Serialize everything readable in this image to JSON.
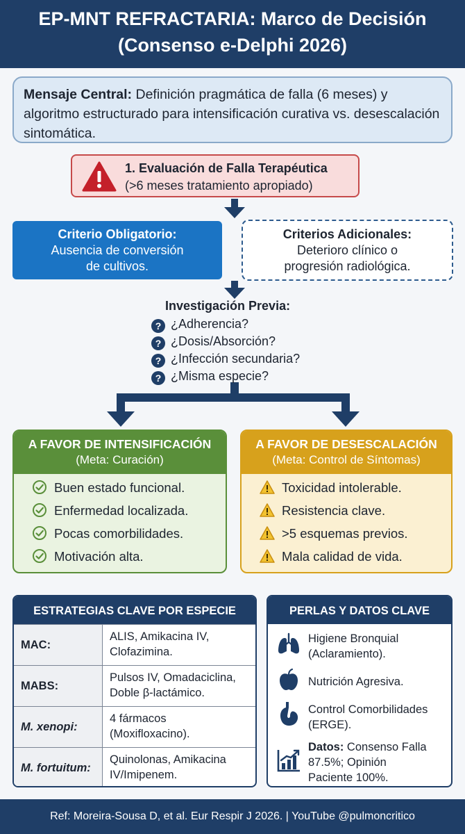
{
  "header": {
    "title_line1": "EP-MNT REFRACTARIA: Marco de Decisión",
    "title_line2": "(Consenso e-Delphi 2026)"
  },
  "message": {
    "label": "Mensaje Central:",
    "text": " Definición pragmática de falla (6 meses) y algoritmo estructurado para intensificación curativa vs. desescalación sintomática."
  },
  "evaluation": {
    "icon": "warning-icon",
    "title": "1. Evaluación de Falla Terapéutica",
    "subtitle": "(>6 meses tratamiento apropiado)"
  },
  "criteria": {
    "mandatory_title": "Criterio Obligatorio:",
    "mandatory_line1": "Ausencia de conversión",
    "mandatory_line2": "de cultivos.",
    "additional_title": "Criterios Adicionales:",
    "additional_line1": "Deterioro clínico o",
    "additional_line2": "progresión radiológica."
  },
  "investigation": {
    "title": "Investigación Previa:",
    "questions": [
      "¿Adherencia?",
      "¿Dosis/Absorción?",
      "¿Infección secundaria?",
      "¿Misma especie?"
    ]
  },
  "intensification": {
    "title": "A FAVOR DE INTENSIFICACIÓN",
    "goal": "(Meta: Curación)",
    "items": [
      "Buen estado funcional.",
      "Enfermedad localizada.",
      "Pocas comorbilidades.",
      "Motivación alta."
    ],
    "color": "#5a8f3a"
  },
  "deescalation": {
    "title": "A FAVOR DE DESESCALACIÓN",
    "goal": "(Meta: Control de Síntomas)",
    "items": [
      "Toxicidad intolerable.",
      "Resistencia clave.",
      ">5 esquemas previos.",
      "Mala calidad de vida."
    ],
    "color": "#d7a11c"
  },
  "strategies": {
    "title": "ESTRATEGIAS CLAVE POR ESPECIE",
    "rows": [
      {
        "species": "MAC:",
        "line1": "ALIS, Amikacina IV,",
        "line2": "Clofazimina."
      },
      {
        "species": "MABS:",
        "line1": "Pulsos IV, Omadaciclina,",
        "line2": "Doble β-lactámico."
      },
      {
        "species": "M. xenopi:",
        "line1": "4 fármacos",
        "line2": "(Moxifloxacino)."
      },
      {
        "species": "M. fortuitum:",
        "line1": "Quinolonas, Amikacina",
        "line2": "IV/Imipenem."
      }
    ]
  },
  "pearls": {
    "title": "PERLAS Y DATOS CLAVE",
    "items": [
      {
        "icon": "lungs-icon",
        "line1": "Higiene Bronquial",
        "line2": "(Aclaramiento)."
      },
      {
        "icon": "apple-icon",
        "line1": "Nutrición Agresiva.",
        "line2": ""
      },
      {
        "icon": "stomach-icon",
        "line1": "Control Comorbilidades",
        "line2": "(ERGE)."
      },
      {
        "icon": "chart-icon",
        "bold": "Datos:",
        "line1": " Consenso Falla",
        "line2": "87.5%; Opinión",
        "line3": "Paciente 100%."
      }
    ]
  },
  "footer": {
    "text": "Ref: Moreira-Sousa D, et al. Eur Respir J 2026. | YouTube @pulmoncritico"
  }
}
